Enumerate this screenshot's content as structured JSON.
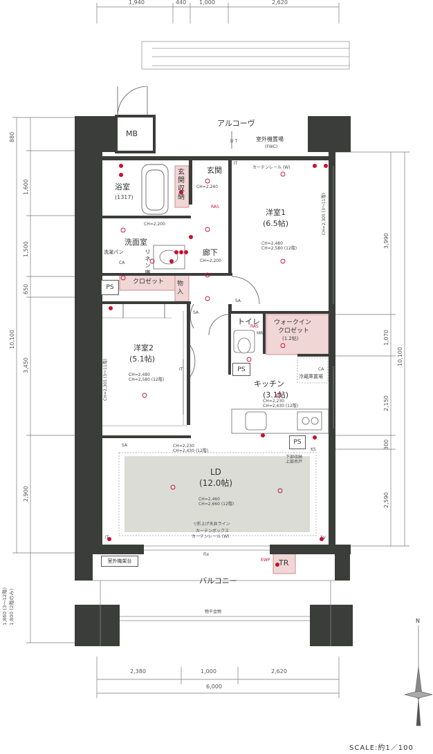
{
  "dimensions": {
    "top": [
      "1,940",
      "440",
      "1,000",
      "2,620"
    ],
    "bottom": [
      "2,380",
      "1,000",
      "2,620"
    ],
    "bottom_total": "6,000",
    "left": [
      "880",
      "1,600",
      "1,500",
      "650",
      "3,450",
      "2,900"
    ],
    "left_total": "10,100",
    "left_balcony": "1,860 (3〜12階)\n1,800 (2階のみ)",
    "right": [
      "3,990",
      "1,070",
      "2,150",
      "300",
      "2,590"
    ],
    "right_total": "10,100"
  },
  "rooms": {
    "alcove": "アルコーヴ",
    "outdoor_unit": "室外機置場",
    "fwc": "(FWC)",
    "mb": "MB",
    "bath": "浴室",
    "bath_size": "(1317)",
    "genkan_storage": "玄関収納",
    "genkan": "玄関",
    "genkan_ch": "CH=2,240",
    "washroom": "洗面室",
    "washroom_ch": "CH=2,200",
    "washer_pan": "洗濯パン",
    "linen": "リネン庫",
    "hallway": "廊下",
    "hallway_ch": "CH=2,200",
    "western1": "洋室1",
    "western1_size": "(6.5帖)",
    "western1_ch1": "CH=2,480",
    "western1_ch2": "CH=2,580 (12階)",
    "western1_side_ch": "CH=2,305 (3〜11階)",
    "curtain_rail_w": "カーテンレール (W)",
    "ps": "PS",
    "closet": "クロゼット",
    "storage": "物入",
    "toilet": "トイレ",
    "walkin": "ウォークイン",
    "walkin2": "クロゼット",
    "walkin_size": "(1.2帖)",
    "western2": "洋室2",
    "western2_size": "(5.1帖)",
    "western2_ch1": "CH=2,480",
    "western2_ch2": "CH=2,580 (12階)",
    "western2_side_ch": "CH=2,305 (3〜11階)",
    "kitchen": "キッチン",
    "kitchen_size": "(3.1帖)",
    "kitchen_ch1": "CH=2,230",
    "kitchen_ch2": "CH=2,430 (12階)",
    "fridge": "冷蔵庫置場",
    "upper_storage1": "下部収納",
    "upper_storage2": "上部吊戸",
    "ld": "LD",
    "ld_size": "(12.0帖)",
    "ld_ch1": "CH=2,460",
    "ld_ch2": "CH=2,660 (12階)",
    "ld_top_ch1": "CH=2,230",
    "ld_top_ch2": "CH=2,430 (12階)",
    "ceiling_line": "▽折上げ天井ライン",
    "curtain_box": "カーテンボックス",
    "curtain_rail_ld": "カーテンレール (W)",
    "fix": "Fix",
    "outdoor_stand": "室外機架台",
    "tr": "TR",
    "balcony": "バルコニー",
    "drying_rack": "物干金物"
  },
  "markers": {
    "ch_text": "CH=2,200",
    "ras": "RAS",
    "sa": "SA",
    "it": "IT",
    "ca": "CA",
    "tv": "TV",
    "ks": "KS",
    "ewp": "EWP",
    "dt": "D T",
    "mr": "MR"
  },
  "compass": "N",
  "scale": "SCALE:約1／100",
  "colors": {
    "wall": "#3a3d3a",
    "storage_fill": "#f1d6d6",
    "storage_border": "#c98f93",
    "ld_fill": "#dcdcd7",
    "accent_red": "#c8102e"
  }
}
